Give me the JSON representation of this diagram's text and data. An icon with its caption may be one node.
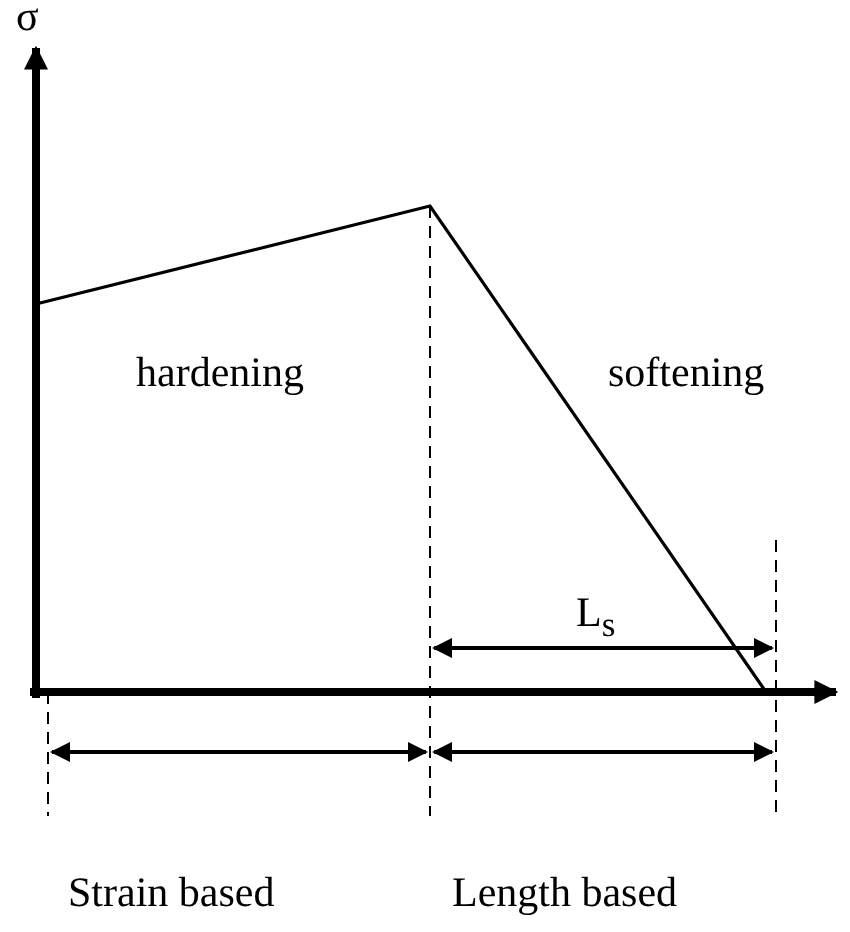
{
  "diagram": {
    "labels": [
      "σ",
      "hardening",
      "softening",
      "L$_{s}$",
      "Strain based",
      "Length based"
    ]
  }
}
